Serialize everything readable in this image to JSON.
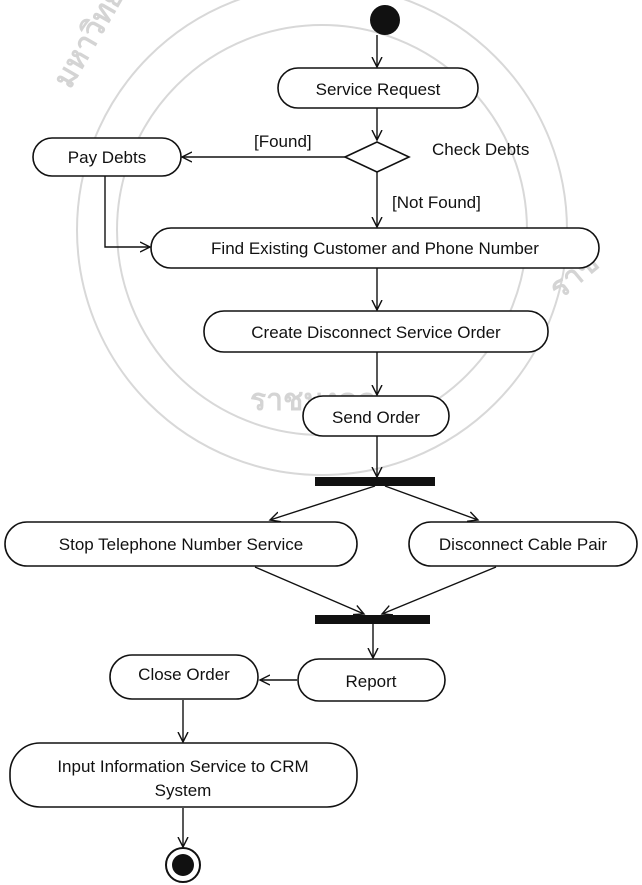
{
  "diagram": {
    "nodes": {
      "service_request": "Service Request",
      "check_debts": "Check Debts",
      "pay_debts": "Pay Debts",
      "find_customer": "Find Existing Customer and Phone Number",
      "create_order": "Create Disconnect Service Order",
      "send_order": "Send Order",
      "stop_service": "Stop Telephone Number Service",
      "disconnect_pair": "Disconnect Cable Pair",
      "report": "Report",
      "close_order": "Close Order",
      "input_crm_line1": "Input Information Service to CRM",
      "input_crm_line2": "System"
    },
    "guards": {
      "found": "[Found]",
      "not_found": "[Not Found]"
    }
  }
}
